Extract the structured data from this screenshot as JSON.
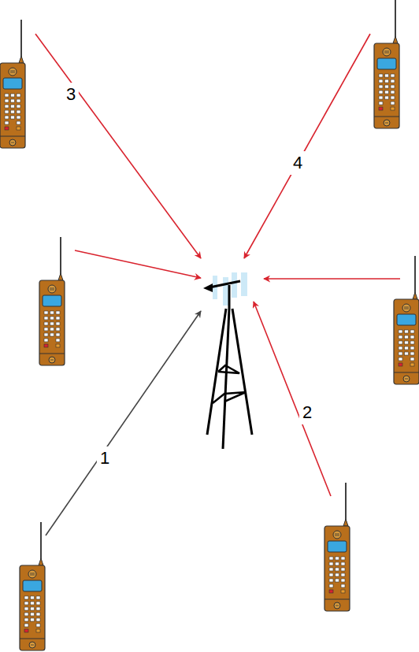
{
  "diagram": {
    "labels": [
      "3",
      "4",
      "2",
      "1"
    ]
  }
}
